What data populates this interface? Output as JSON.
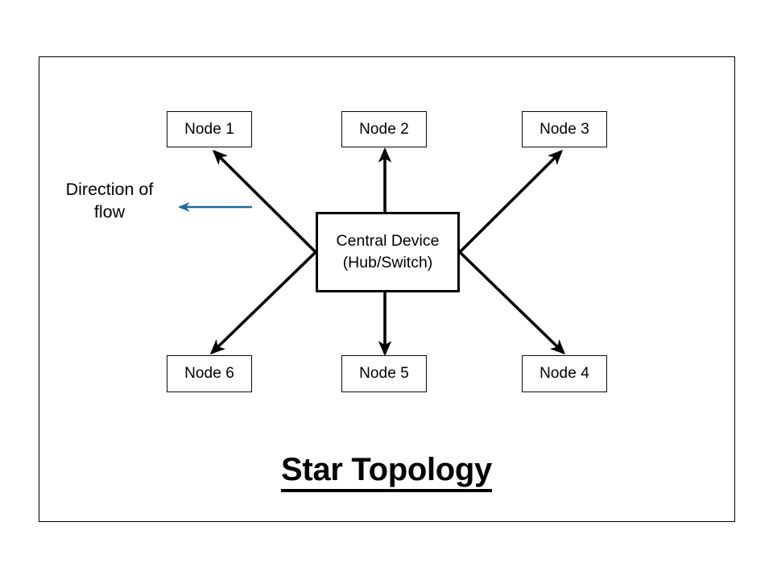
{
  "slide": {
    "title": "Star Topology",
    "background_color": "#ffffff",
    "border_color": "#000000"
  },
  "flow_legend": {
    "line1": "Direction of",
    "line2": "flow",
    "arrow_color": "#1f6a96",
    "arrow_direction": "left"
  },
  "central": {
    "line1": "Central Device",
    "line2": "(Hub/Switch)"
  },
  "nodes": [
    {
      "label": "Node 1",
      "position": "top-left"
    },
    {
      "label": "Node 2",
      "position": "top-center"
    },
    {
      "label": "Node 3",
      "position": "top-right"
    },
    {
      "label": "Node 4",
      "position": "bottom-right"
    },
    {
      "label": "Node 5",
      "position": "bottom-center"
    },
    {
      "label": "Node 6",
      "position": "bottom-left"
    }
  ],
  "chart_data": {
    "type": "diagram",
    "title": "Star Topology",
    "description": "Star network topology: a central hub/switch connected by arrows to six nodes",
    "hub": "Central Device (Hub/Switch)",
    "leaves": [
      "Node 1",
      "Node 2",
      "Node 3",
      "Node 4",
      "Node 5",
      "Node 6"
    ],
    "edges": [
      {
        "from": "Central Device (Hub/Switch)",
        "to": "Node 1",
        "arrow": "to"
      },
      {
        "from": "Central Device (Hub/Switch)",
        "to": "Node 2",
        "arrow": "to"
      },
      {
        "from": "Central Device (Hub/Switch)",
        "to": "Node 3",
        "arrow": "to"
      },
      {
        "from": "Central Device (Hub/Switch)",
        "to": "Node 4",
        "arrow": "to"
      },
      {
        "from": "Central Device (Hub/Switch)",
        "to": "Node 5",
        "arrow": "to"
      },
      {
        "from": "Central Device (Hub/Switch)",
        "to": "Node 6",
        "arrow": "to"
      }
    ],
    "annotation": "Direction of flow"
  }
}
